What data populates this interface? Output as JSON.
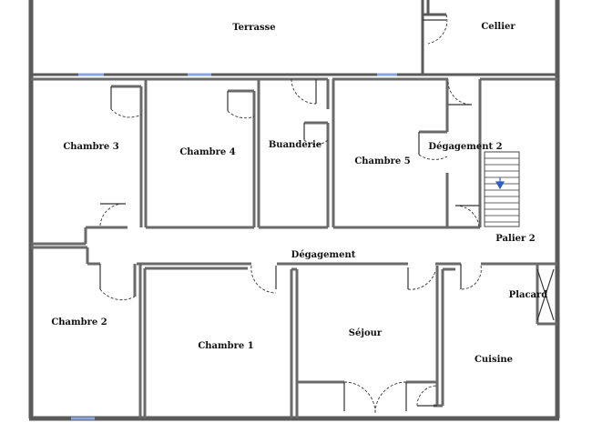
{
  "plan": {
    "rooms": [
      {
        "key": "terrasse",
        "label": "Terrasse"
      },
      {
        "key": "cellier",
        "label": "Cellier"
      },
      {
        "key": "chambre3",
        "label": "Chambre 3"
      },
      {
        "key": "chambre4",
        "label": "Chambre 4"
      },
      {
        "key": "buanderie",
        "label": "Buanderie"
      },
      {
        "key": "chambre5",
        "label": "Chambre 5"
      },
      {
        "key": "degagement2",
        "label": "Dégagement 2"
      },
      {
        "key": "palier2",
        "label": "Palier 2"
      },
      {
        "key": "degagement",
        "label": "Dégagement"
      },
      {
        "key": "placard",
        "label": "Placard"
      },
      {
        "key": "chambre2",
        "label": "Chambre 2"
      },
      {
        "key": "chambre1",
        "label": "Chambre 1"
      },
      {
        "key": "sejour",
        "label": "Séjour"
      },
      {
        "key": "cuisine",
        "label": "Cuisine"
      }
    ],
    "colors": {
      "wall": "#5a5a5a",
      "window": "#8aa6e0",
      "stair_arrow": "#2f5fc4"
    }
  }
}
